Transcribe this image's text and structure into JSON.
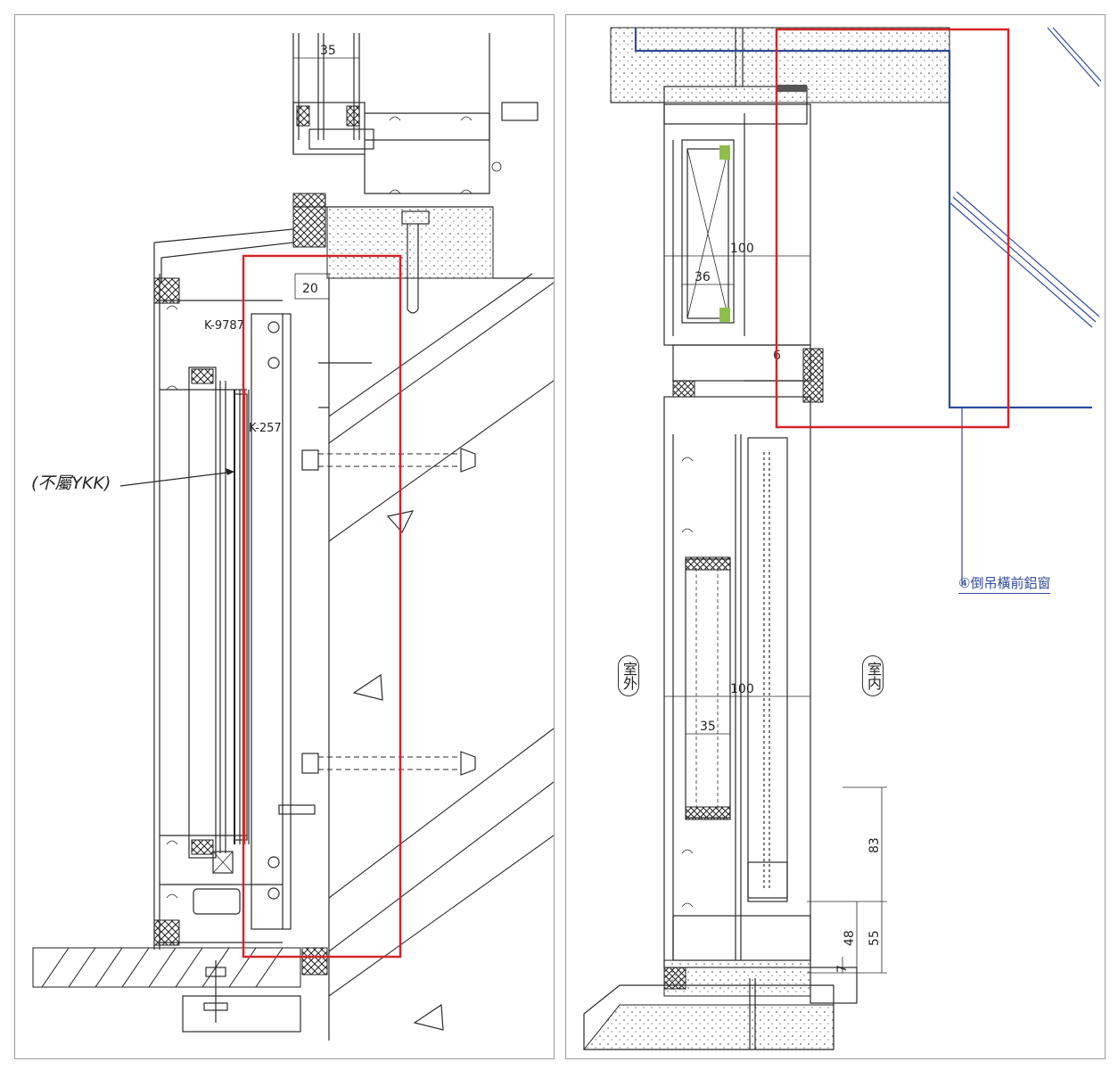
{
  "left_panel": {
    "callout": "(不屬YKK)",
    "part_label_1": "K-9787",
    "part_label_2": "K-257",
    "dim_top": "35",
    "dim_gap": "20",
    "highlight_color": "#d3262a"
  },
  "right_panel": {
    "label_outside": "室外",
    "label_inside": "室内",
    "dim_frame_upper": "100",
    "dim_glass_upper": "36",
    "dim_frame_lower": "100",
    "dim_glass_lower": "35",
    "dim_vertical_1": "83",
    "dim_vertical_2": "55",
    "dim_vertical_3": "48",
    "dim_small": "7",
    "dim_small_2": "6",
    "blue_note": "④倒吊橫前鋁窗",
    "highlight_color": "#d3262a",
    "annotation_color": "#2f4a9c"
  }
}
